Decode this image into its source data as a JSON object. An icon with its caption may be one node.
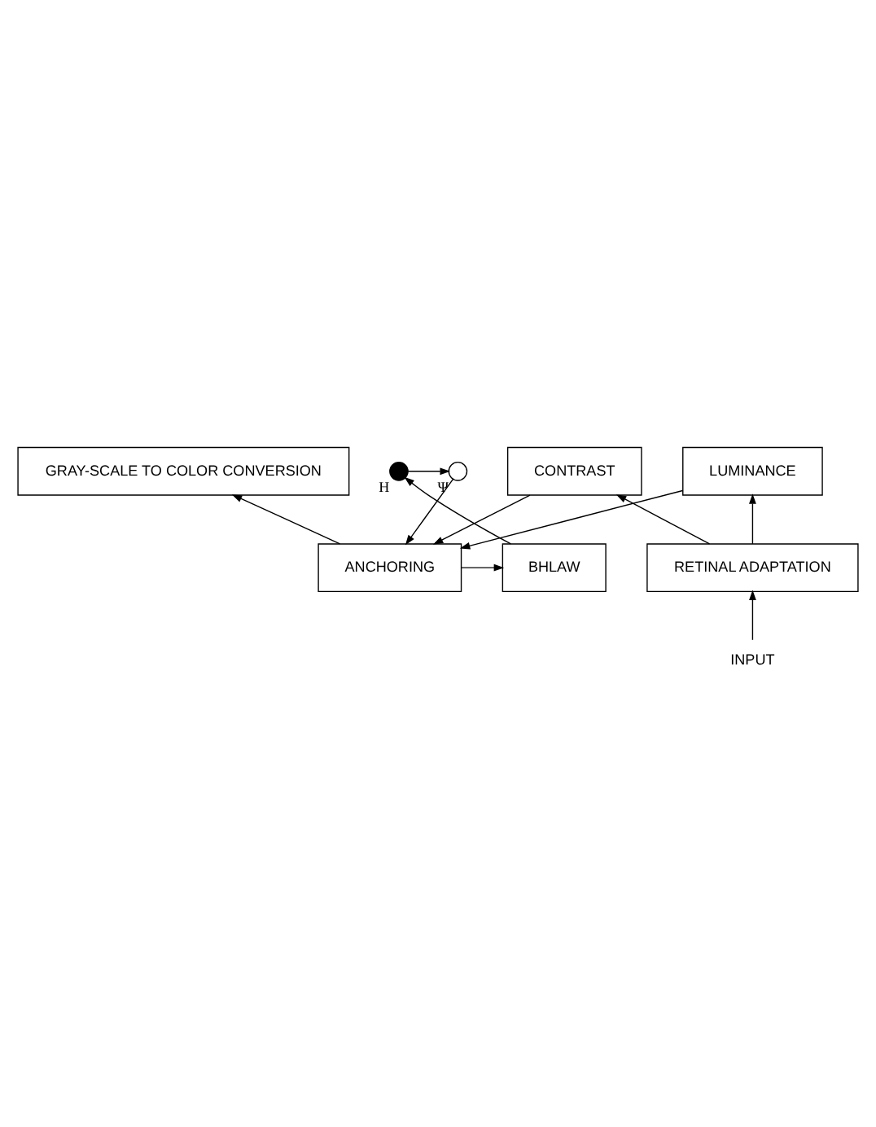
{
  "diagram": {
    "nodes": [
      {
        "text": [
          "GRAY-SCALE TO COLOR CONVERSION"
        ]
      },
      {
        "text": [
          "BHLAW"
        ]
      },
      {
        "text": [
          "ANCHORING"
        ]
      },
      {
        "text": [],
        "shape": "circle",
        "beside": [
          "H"
        ]
      },
      {
        "text": [],
        "shape": "circle",
        "beside": [
          "Ψ"
        ]
      },
      {
        "text": [
          "LUMINANCE"
        ]
      },
      {
        "text": [
          "CONTRAST"
        ]
      },
      {
        "text": [
          "RETINAL ADAPTATION"
        ]
      },
      {
        "text": [
          "INPUT"
        ]
      }
    ],
    "edges": [
      {
        "from": 2,
        "to": 0,
        "arrow": "to"
      },
      {
        "from": 2,
        "to": 1,
        "arrow": "to"
      },
      {
        "from": 1,
        "to": 3,
        "arrow": "to"
      },
      {
        "from": 3,
        "to": 4,
        "arrow": "to"
      },
      {
        "from": 4,
        "to": 2,
        "arrow": "to"
      },
      {
        "from": 5,
        "to": 2,
        "arrow": "to"
      },
      {
        "from": 6,
        "to": 2,
        "arrow": "to"
      },
      {
        "from": 7,
        "to": 5,
        "arrow": "to"
      },
      {
        "from": 7,
        "to": 6,
        "arrow": "to"
      },
      {
        "from": 8,
        "to": 7,
        "arrow": "to"
      }
    ]
  }
}
